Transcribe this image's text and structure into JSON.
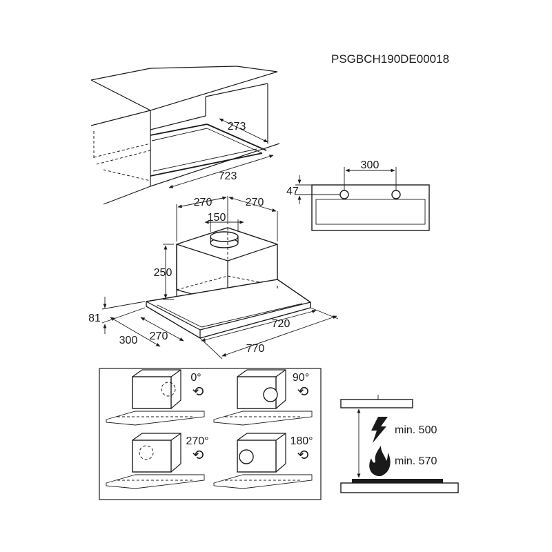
{
  "document_code": "PSGBCH190DE00018",
  "cabinet_view": {
    "depth_label": "273",
    "width_label": "723"
  },
  "hood_view": {
    "left_offset_label": "270",
    "right_offset_label": "270",
    "duct_diameter_label": "150",
    "chimney_height_label": "250",
    "body_height_label": "81",
    "depth_outer_label": "300",
    "depth_inner_label": "270",
    "width_inner_label": "720",
    "width_outer_label": "770"
  },
  "rear_view": {
    "hole_spacing_label": "300",
    "hole_height_label": "47"
  },
  "outlet_rotation": {
    "angles": [
      "0°",
      "90°",
      "270°",
      "180°"
    ]
  },
  "clearance": {
    "electric_label": "min. 500",
    "gas_label": "min. 570",
    "electric_icon": "lightning-icon",
    "gas_icon": "flame-icon"
  }
}
